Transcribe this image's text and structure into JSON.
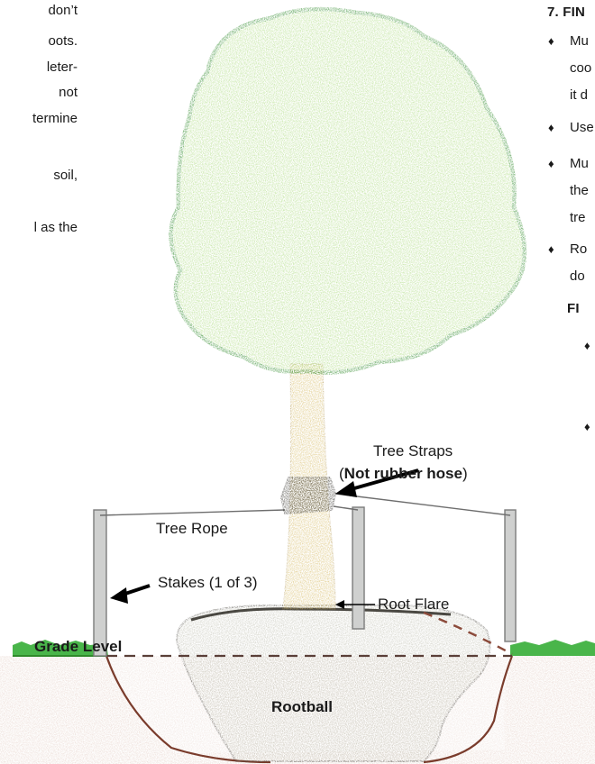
{
  "left_text": {
    "lines": [
      "don’t",
      "oots.",
      "leter-",
      "not",
      "termine",
      "soil,",
      "l as the"
    ]
  },
  "right_text": {
    "heading": "7. FIN",
    "bullet_marker": "♦",
    "fragments": [
      "Mu",
      "coo",
      "it d",
      "Use",
      "Mu",
      "the",
      "tre",
      "Ro",
      "do"
    ],
    "subheading": "FI"
  },
  "labels": {
    "tree_straps": "Tree Straps",
    "not_rubber_hose_open": "(",
    "not_rubber_hose": "Not rubber hose",
    "not_rubber_hose_close": ")",
    "tree_rope": "Tree Rope",
    "stakes": "Stakes (1 of 3)",
    "root_flare": "Root Flare",
    "grade_level": "Grade Level",
    "rootball": "Rootball"
  },
  "colors": {
    "canopy_fill": "#b6df8e",
    "canopy_edge": "#2f8a2a",
    "trunk": "#dcc47a",
    "soil": "#e8d6cf",
    "rootball": "#c9c9bd",
    "grass": "#49b54a",
    "strap": "#4b4942"
  }
}
